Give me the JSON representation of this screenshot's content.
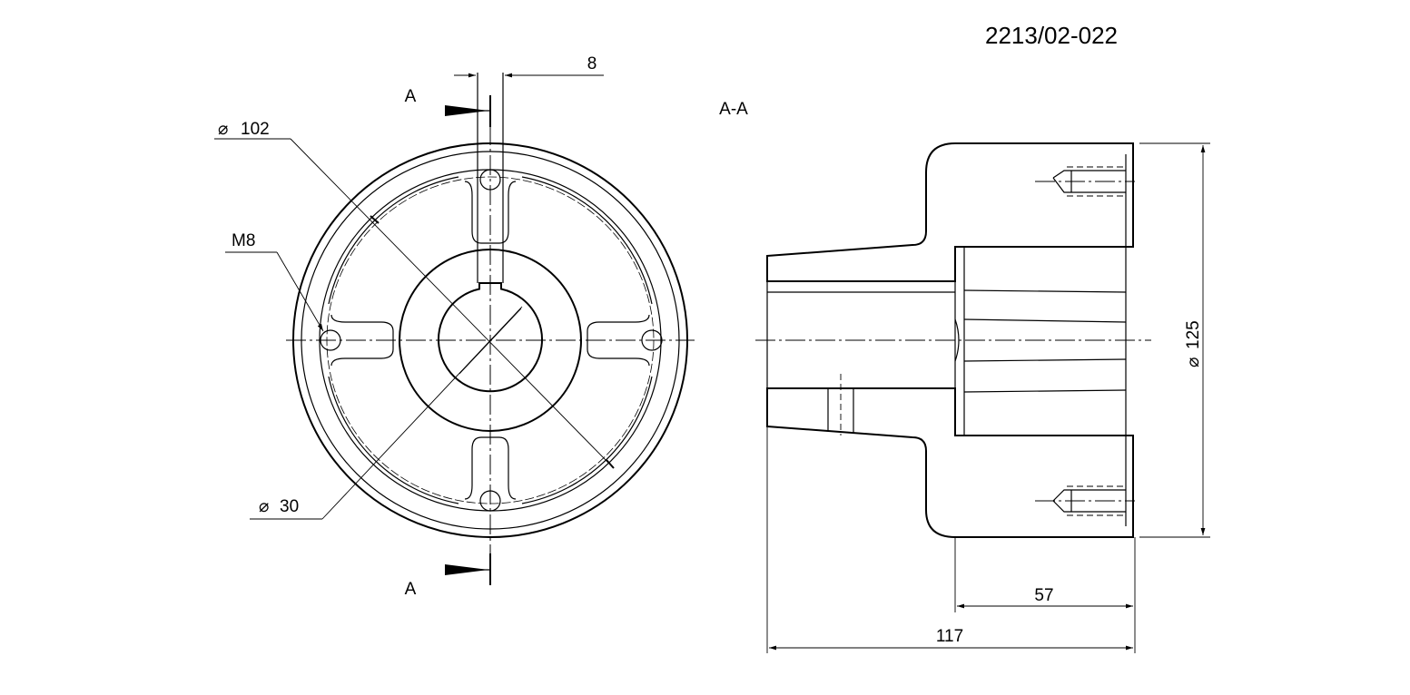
{
  "drawing": {
    "part_number": "2213/02-022",
    "section_marker": "A",
    "section_title": "A-A",
    "dimensions": {
      "key_width": "8",
      "diameter_102": "102",
      "diameter_30": "30",
      "thread": "M8",
      "diameter_125": "125",
      "length_57": "57",
      "length_117": "117"
    }
  }
}
